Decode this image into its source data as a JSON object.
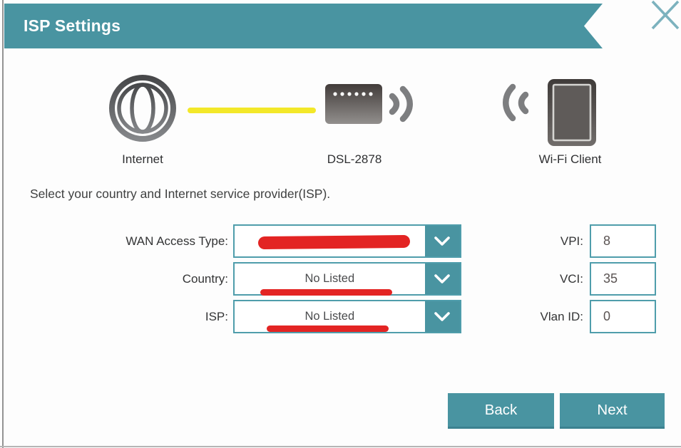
{
  "header": {
    "title": "ISP Settings"
  },
  "diagram": {
    "nodes": [
      {
        "id": "internet",
        "label": "Internet",
        "icon": "globe-icon"
      },
      {
        "id": "router",
        "label": "DSL-2878",
        "icon": "router-icon"
      },
      {
        "id": "client",
        "label": "Wi-Fi Client",
        "icon": "tablet-icon"
      }
    ]
  },
  "instruction": "Select your country and Internet service provider(ISP).",
  "form": {
    "left": [
      {
        "label": "WAN Access Type:",
        "value": "",
        "redacted": true
      },
      {
        "label": "Country:",
        "value": "No Listed",
        "redacted": true
      },
      {
        "label": "ISP:",
        "value": "No Listed",
        "redacted": true
      }
    ],
    "right": [
      {
        "label": "VPI:",
        "value": "8"
      },
      {
        "label": "VCI:",
        "value": "35"
      },
      {
        "label": "Vlan ID:",
        "value": "0"
      }
    ]
  },
  "buttons": {
    "back": "Back",
    "next": "Next"
  },
  "colors": {
    "accent_teal": "#4994a1",
    "cable_yellow": "#f3e829",
    "marker_red": "#e32423",
    "icon_gray": "#5b5c5e"
  }
}
